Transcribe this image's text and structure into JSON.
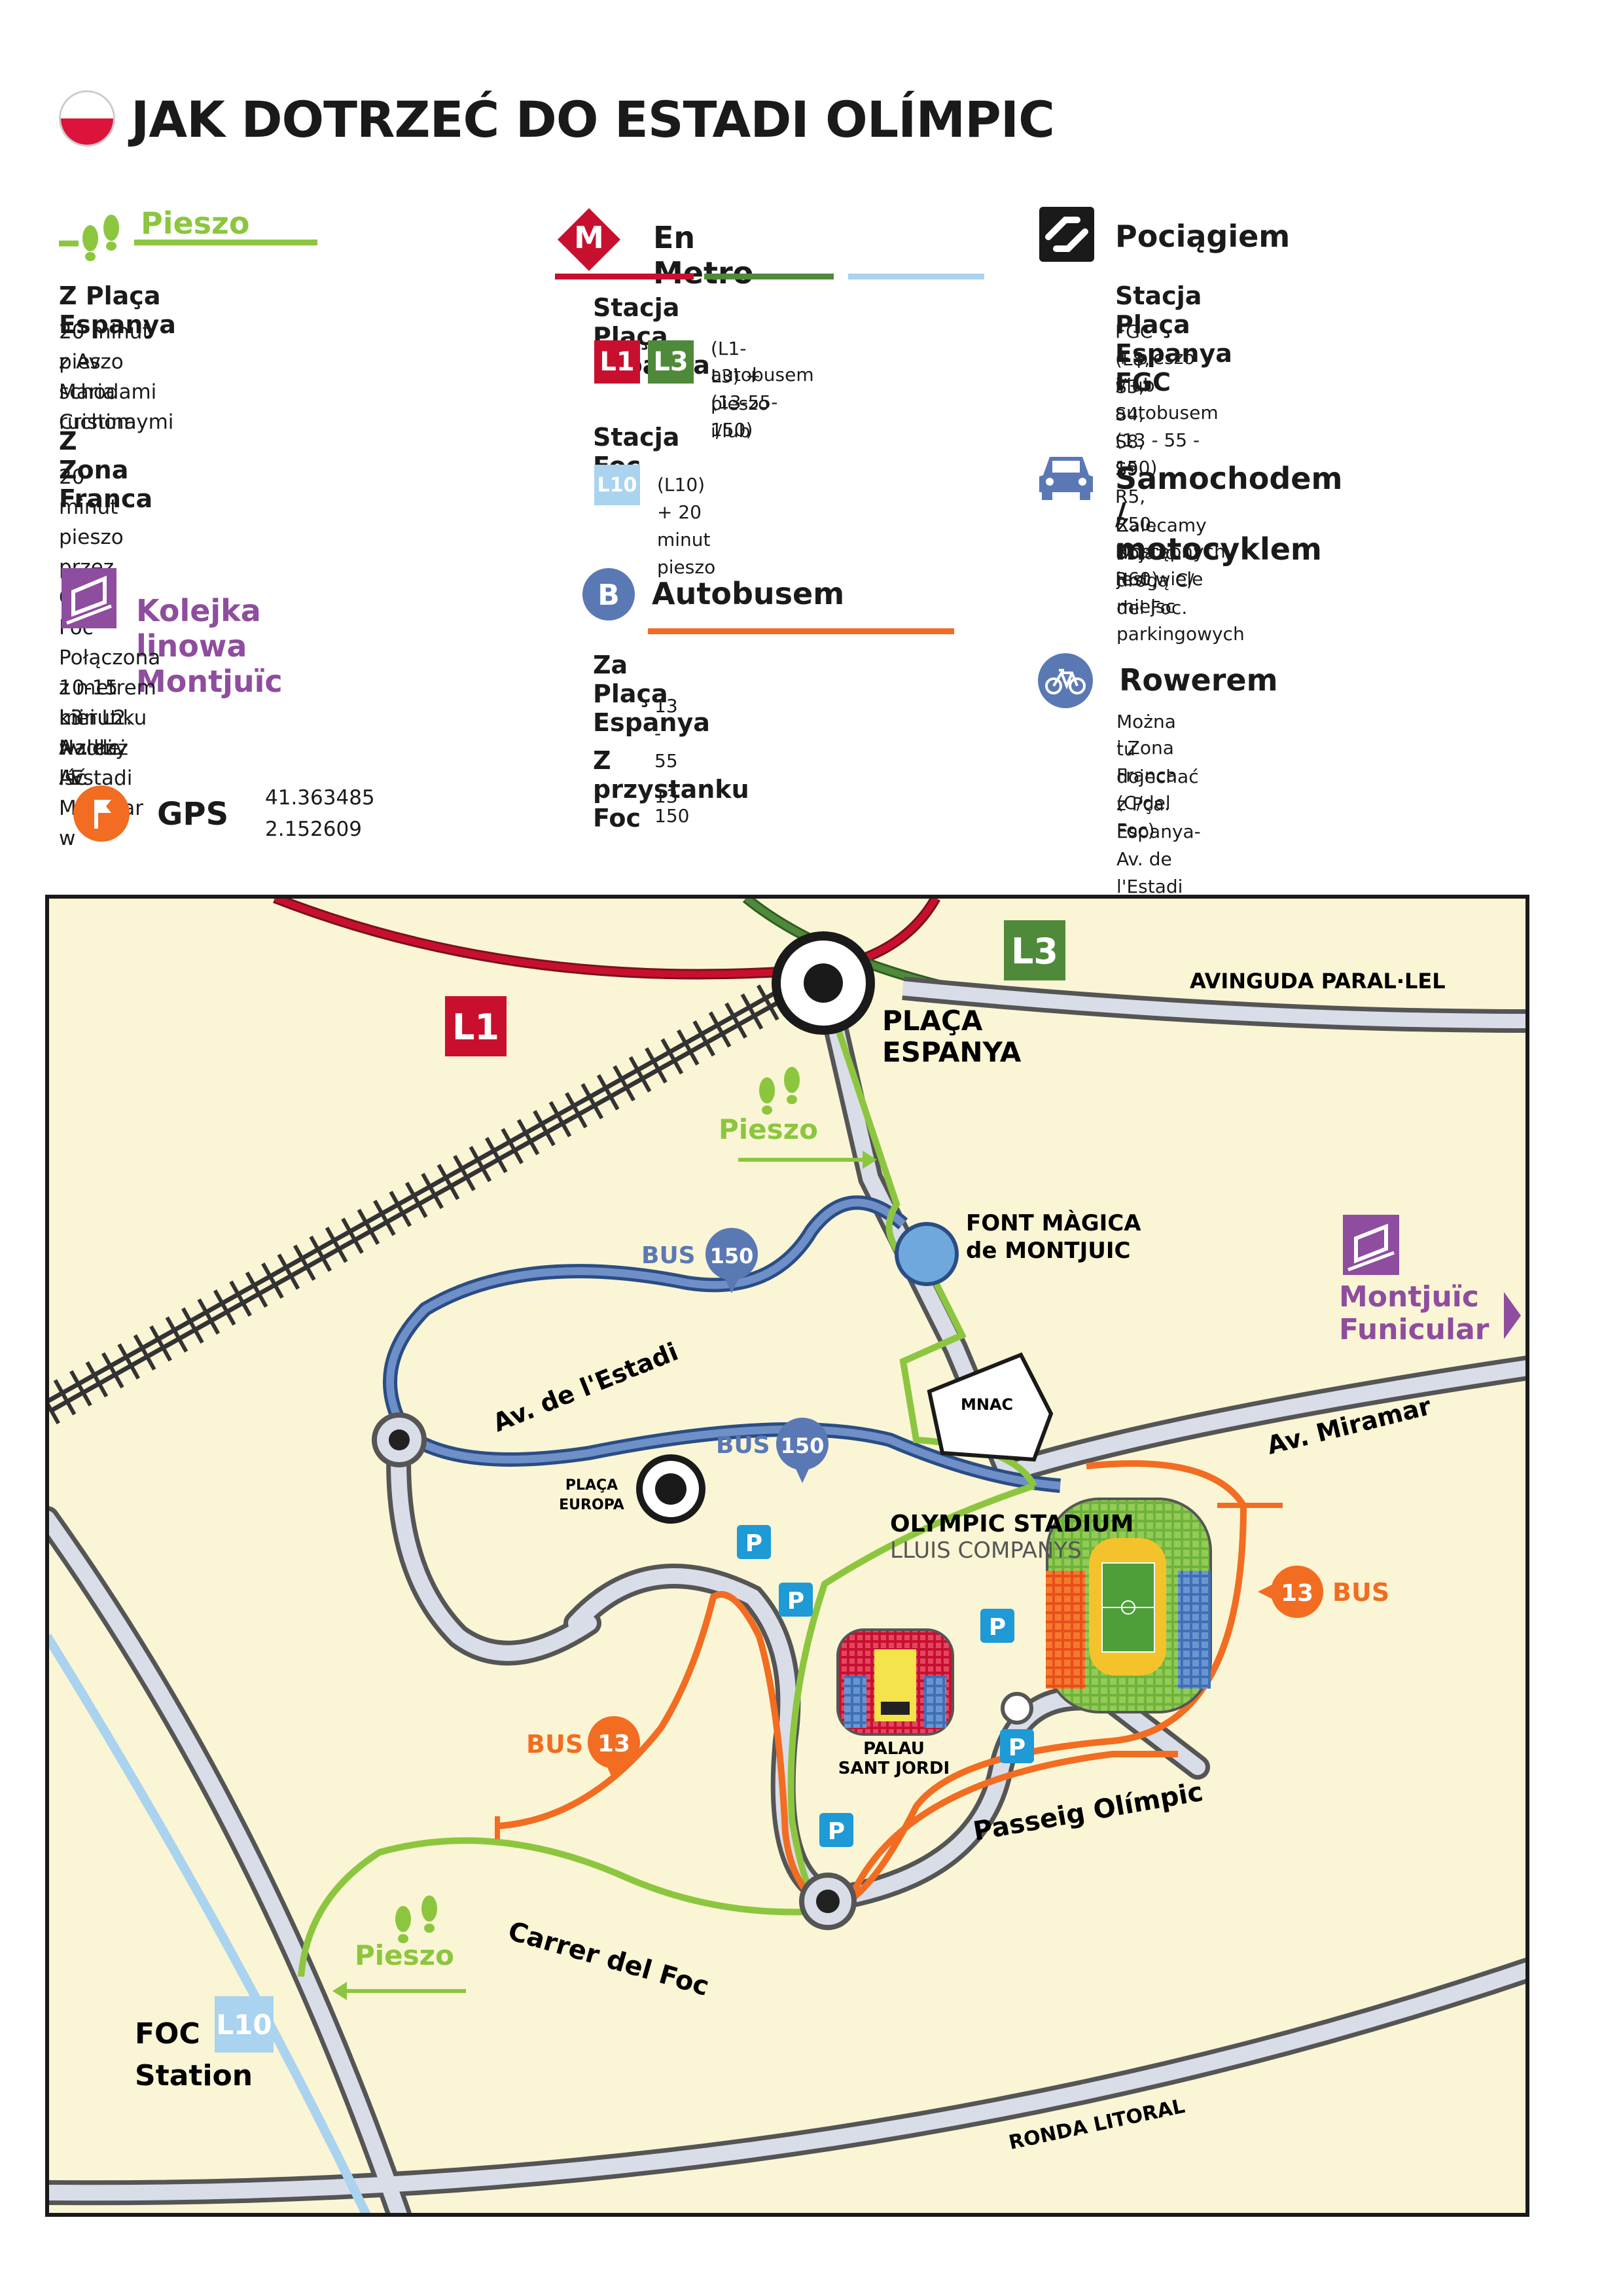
{
  "title": "JAK DOTRZEĆ DO ESTADI OLÍMPIC",
  "colors": {
    "l1": "#c8102e",
    "l3": "#4f8a3a",
    "l10": "#a9d3ef",
    "walk": "#8cc63f",
    "bus": "#f26c21",
    "bus_blue": "#5a78b4",
    "funicular": "#8e4d9e",
    "map_bg": "#faf5d4"
  },
  "walk": {
    "header": "Pieszo",
    "from_espanya_title": "Z Plaça Espanya",
    "from_espanya_text": [
      "20 minut pieszo schodami ruchomymi",
      "z Av. Maria Cristina"
    ],
    "from_franca_title": "Z Zona Franca",
    "from_franca_text": "20 minut pieszo przez C/ del Foc"
  },
  "funicular": {
    "header": "Kolejka linowa Montjuïc",
    "text": [
      "Połączona z metrem L3 i L2. Należy iść",
      "10-15 minut wzdłuż Av. Miramar w",
      "kierunku Av. de l'Estadi"
    ]
  },
  "gps": {
    "label": "GPS",
    "lat": "41.363485",
    "lon": "2.152609"
  },
  "metro": {
    "icon": "M",
    "header": "En Metro",
    "station1": "Stacja Plaça Espanya",
    "badge_l1": "L1",
    "badge_l3": "L3",
    "station1_text": [
      "(L1-L3) + pieszo i/lub",
      "autobusem (13-55-150)"
    ],
    "station2": "Stacja Foc",
    "badge_l10": "L10",
    "station2_text": "(L10) + 20 minut pieszo"
  },
  "bus": {
    "icon": "B",
    "header": "Autobusem",
    "from1": "Za Plaça Espanya",
    "from1_lines": "13 - 55 - 150",
    "from2": "Z przystanku Foc",
    "from2_lines": "13"
  },
  "train": {
    "header": "Pociągiem",
    "station": "Stacja Plaça Espanya FGC",
    "text": [
      "FGC (L8, S3, S4, S8, S9, R5, R50, R6, R60)",
      "+ pieszo i/lub autobusem (13 - 55 - 150)"
    ]
  },
  "car": {
    "header": "Samochodem / motocyklem",
    "text": [
      "Zalecamy dojazd drogą C/ del Foc.",
      "Dostępnych jest wiele miejsc parkingowych"
    ]
  },
  "bike": {
    "header": "Rowerem",
    "text": [
      "Można tu dojechać z Pça. Espanya-Av. de l'Estadi",
      "i Zona Franca (C/del Foc)"
    ]
  },
  "map": {
    "l1": "L1",
    "l3": "L3",
    "l10": "L10",
    "paral_lel": "AVINGUDA PARAL·LEL",
    "espanya": [
      "PLAÇA",
      "ESPANYA"
    ],
    "walk1": "Pieszo",
    "walk2": "Pieszo",
    "bus150": "BUS",
    "bus150_num": "150",
    "font_magica": [
      "FONT MÀGICA",
      "de MONTJUIC"
    ],
    "funicular": [
      "Montjuïc",
      "Funicular"
    ],
    "estadi": "Av. de l'Estadi",
    "mnac": "MNAC",
    "miramar": "Av. Miramar",
    "placa_europa": [
      "PLAÇA",
      "EUROPA"
    ],
    "stadium": "OLYMPIC STADIUM",
    "stadium_sub": "LLUIS COMPANYS",
    "bus13_right_num": "13",
    "bus13_right": "BUS",
    "bus13_left": "BUS",
    "bus13_left_num": "13",
    "palau": [
      "PALAU",
      "SANT JORDI"
    ],
    "passeig": "Passeig Olímpic",
    "foc": "Carrer del Foc",
    "foc_station": [
      "FOC",
      "Station"
    ],
    "ronda": "RONDA LITORAL",
    "parking": "P"
  }
}
